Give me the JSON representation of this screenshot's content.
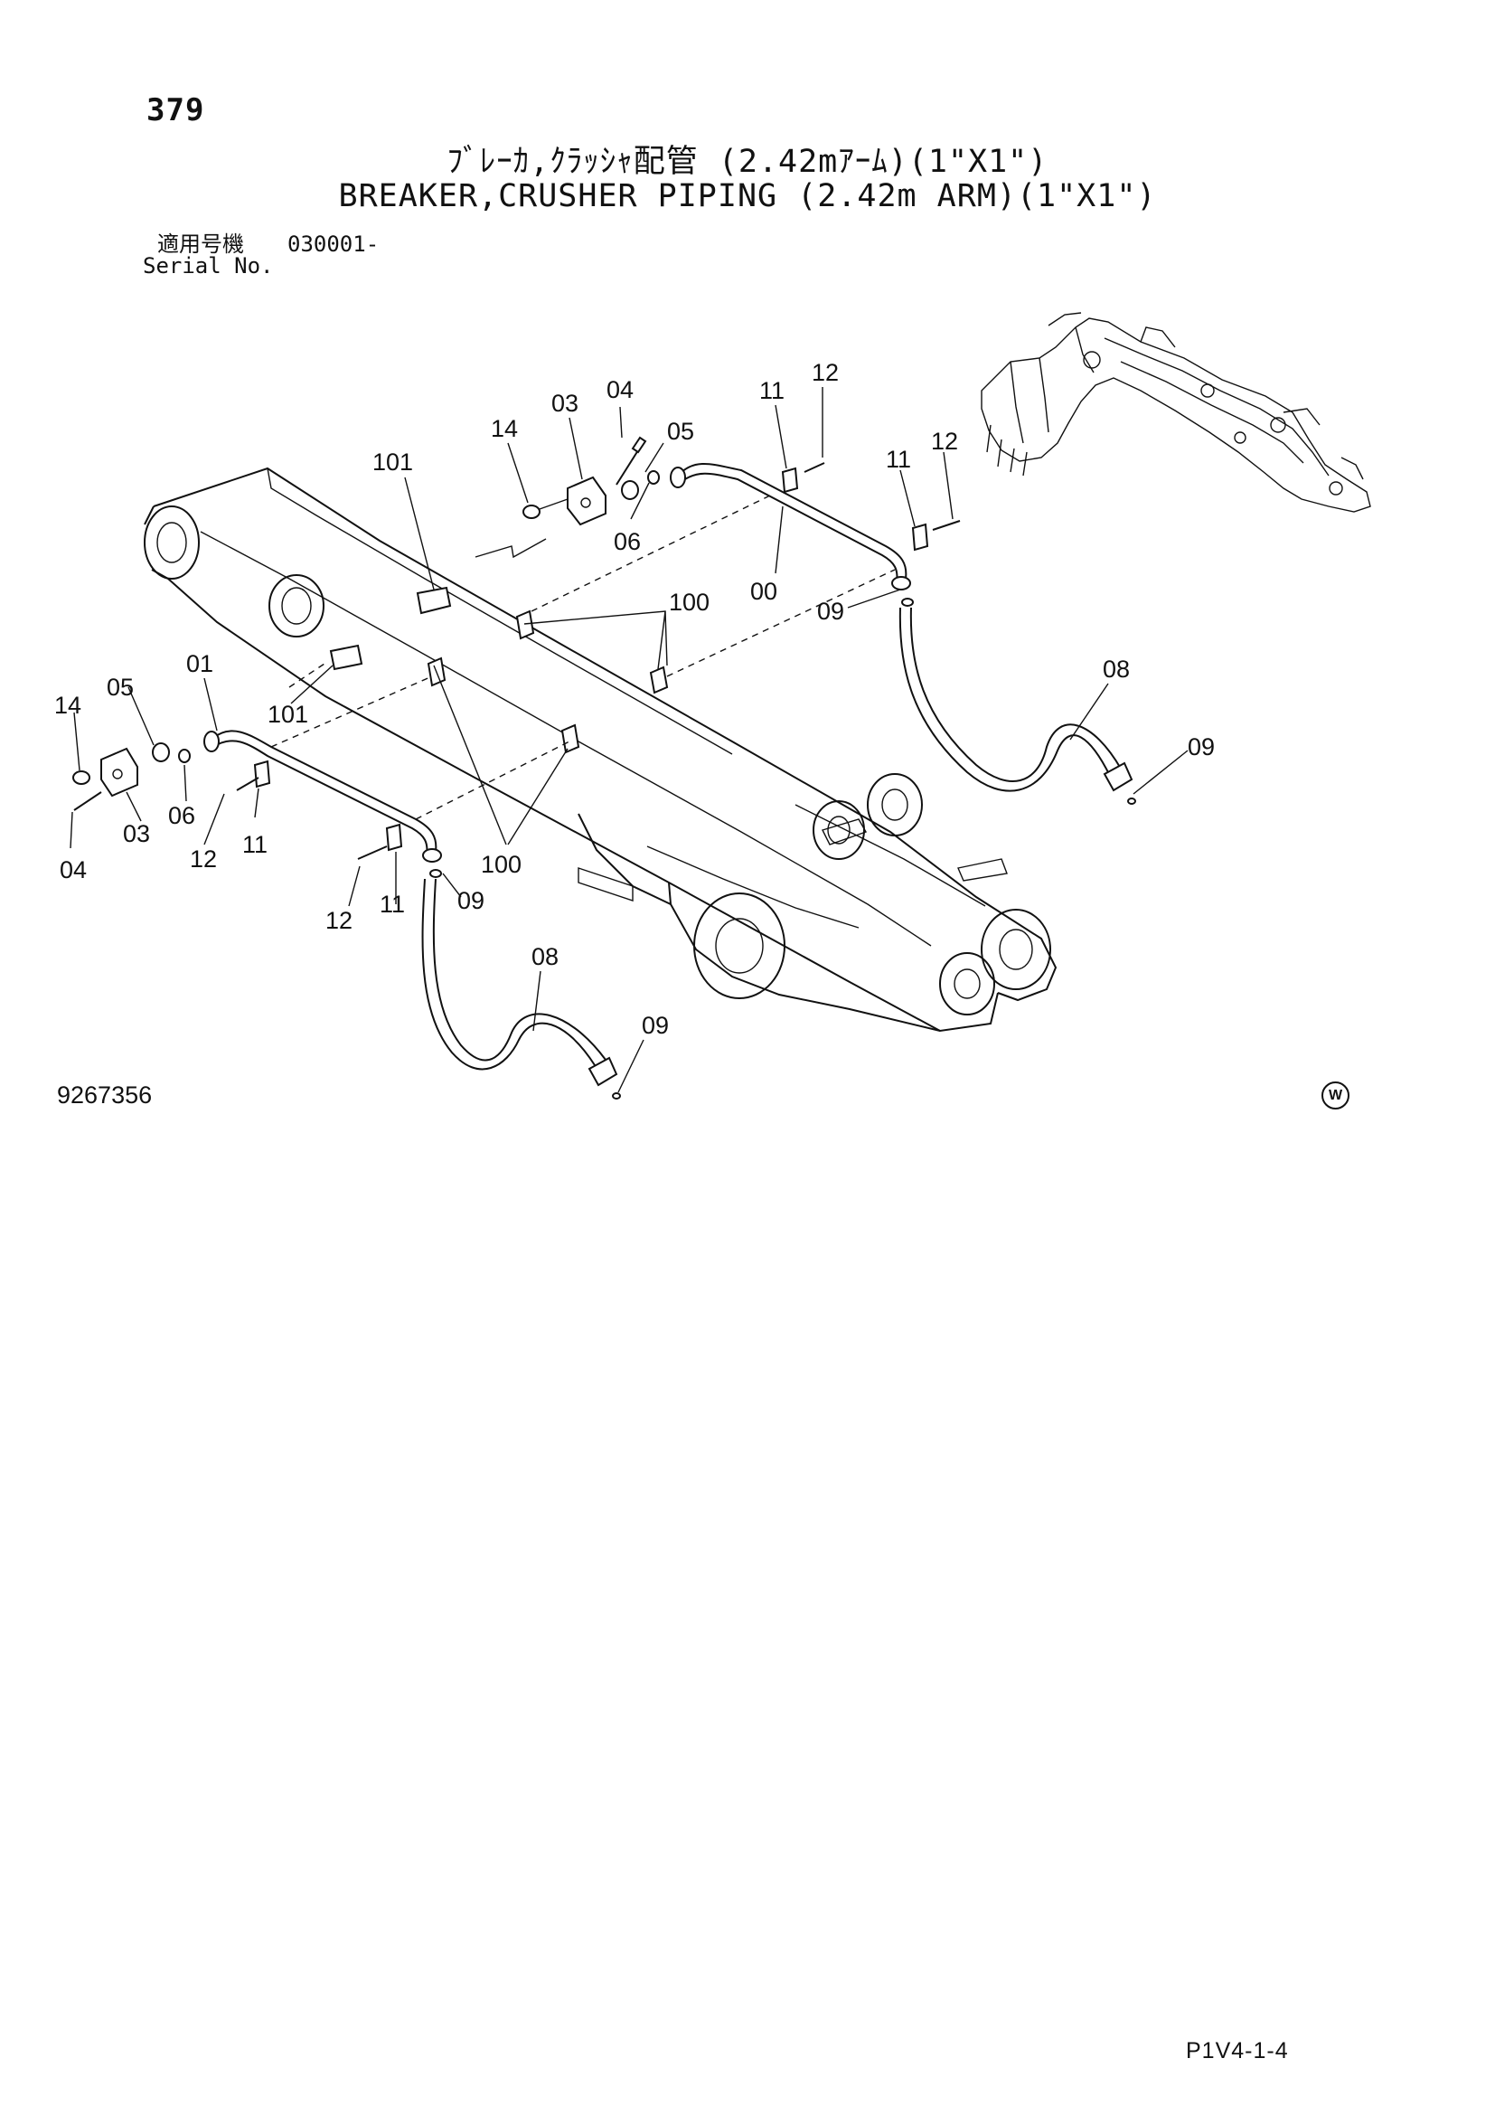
{
  "header": {
    "page_number": "379",
    "title_jp": "ﾌﾞﾚｰｶ,ｸﾗｯｼｬ配管 (2.42mｱｰﾑ)(1\"X1\")",
    "title_en": "BREAKER,CRUSHER PIPING (2.42m ARM)(1\"X1\")",
    "serial_label_jp": "適用号機",
    "serial_value": "030001-",
    "serial_label_en": "Serial No."
  },
  "callouts": {
    "c_14a": "14",
    "c_03a": "03",
    "c_04a": "04",
    "c_05a": "05",
    "c_06a": "06",
    "c_101a": "101",
    "c_11a": "11",
    "c_12a": "12",
    "c_11b": "11",
    "c_12b": "12",
    "c_00": "00",
    "c_100a": "100",
    "c_09a": "09",
    "c_08a": "08",
    "c_09b": "09",
    "c_01": "01",
    "c_05b": "05",
    "c_14b": "14",
    "c_101b": "101",
    "c_03b": "03",
    "c_06b": "06",
    "c_04b": "04",
    "c_12c": "12",
    "c_11c": "11",
    "c_100b": "100",
    "c_09c": "09",
    "c_12d": "12",
    "c_11d": "11",
    "c_08b": "08",
    "c_09d": "09"
  },
  "footer": {
    "drawing_number": "9267356",
    "page_code": "P1V4-1-4",
    "mark": "W"
  }
}
